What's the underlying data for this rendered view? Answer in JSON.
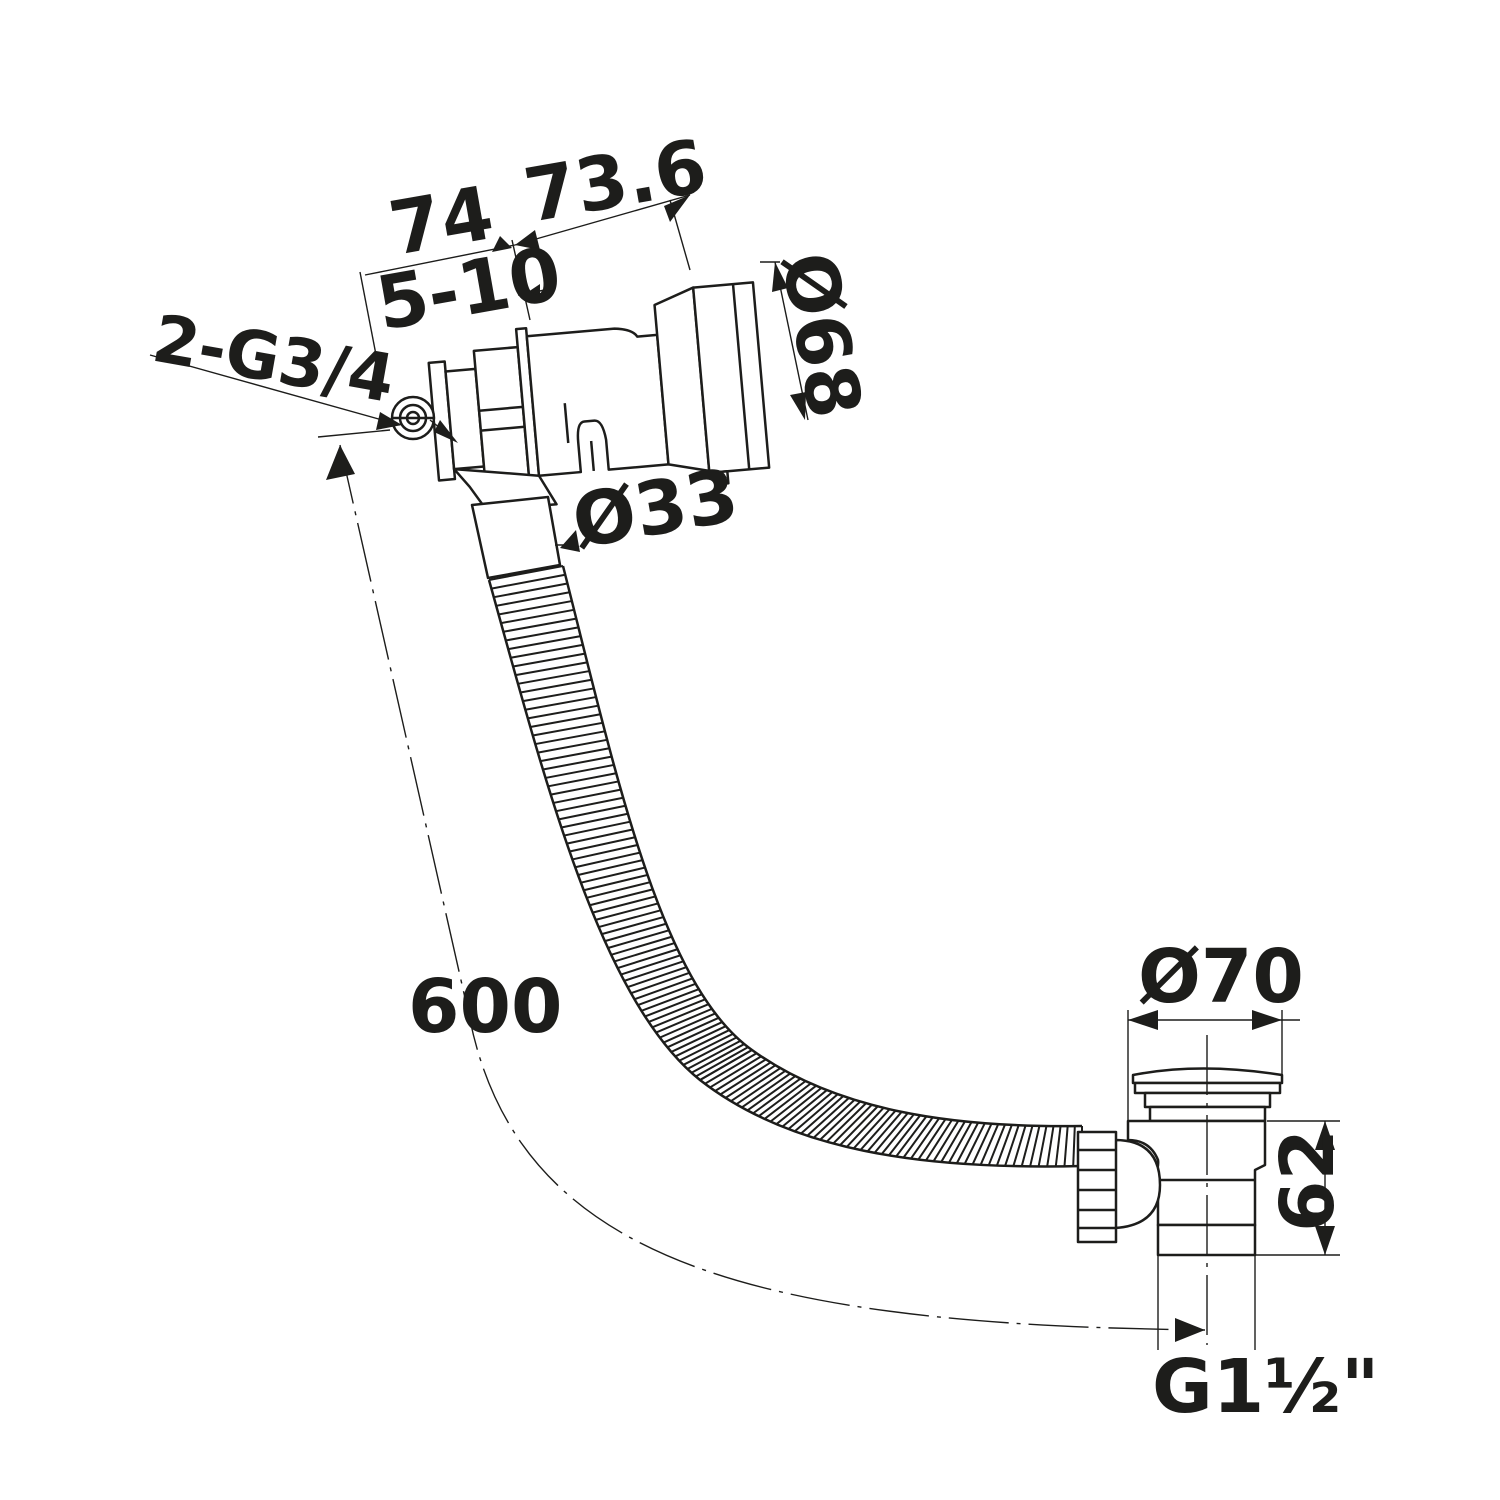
{
  "dimensions": {
    "overflow_width": "74",
    "overflow_head": "73.6",
    "panel_thickness": "5-10",
    "overflow_diameter": "Ø68",
    "inlet_thread": "2-G3/4",
    "pipe_diameter": "Ø33",
    "hose_length": "600",
    "waste_diameter": "Ø70",
    "waste_height": "62",
    "outlet_thread": "G1½\""
  },
  "colors": {
    "line": "#1d1d1b",
    "background": "#ffffff"
  }
}
